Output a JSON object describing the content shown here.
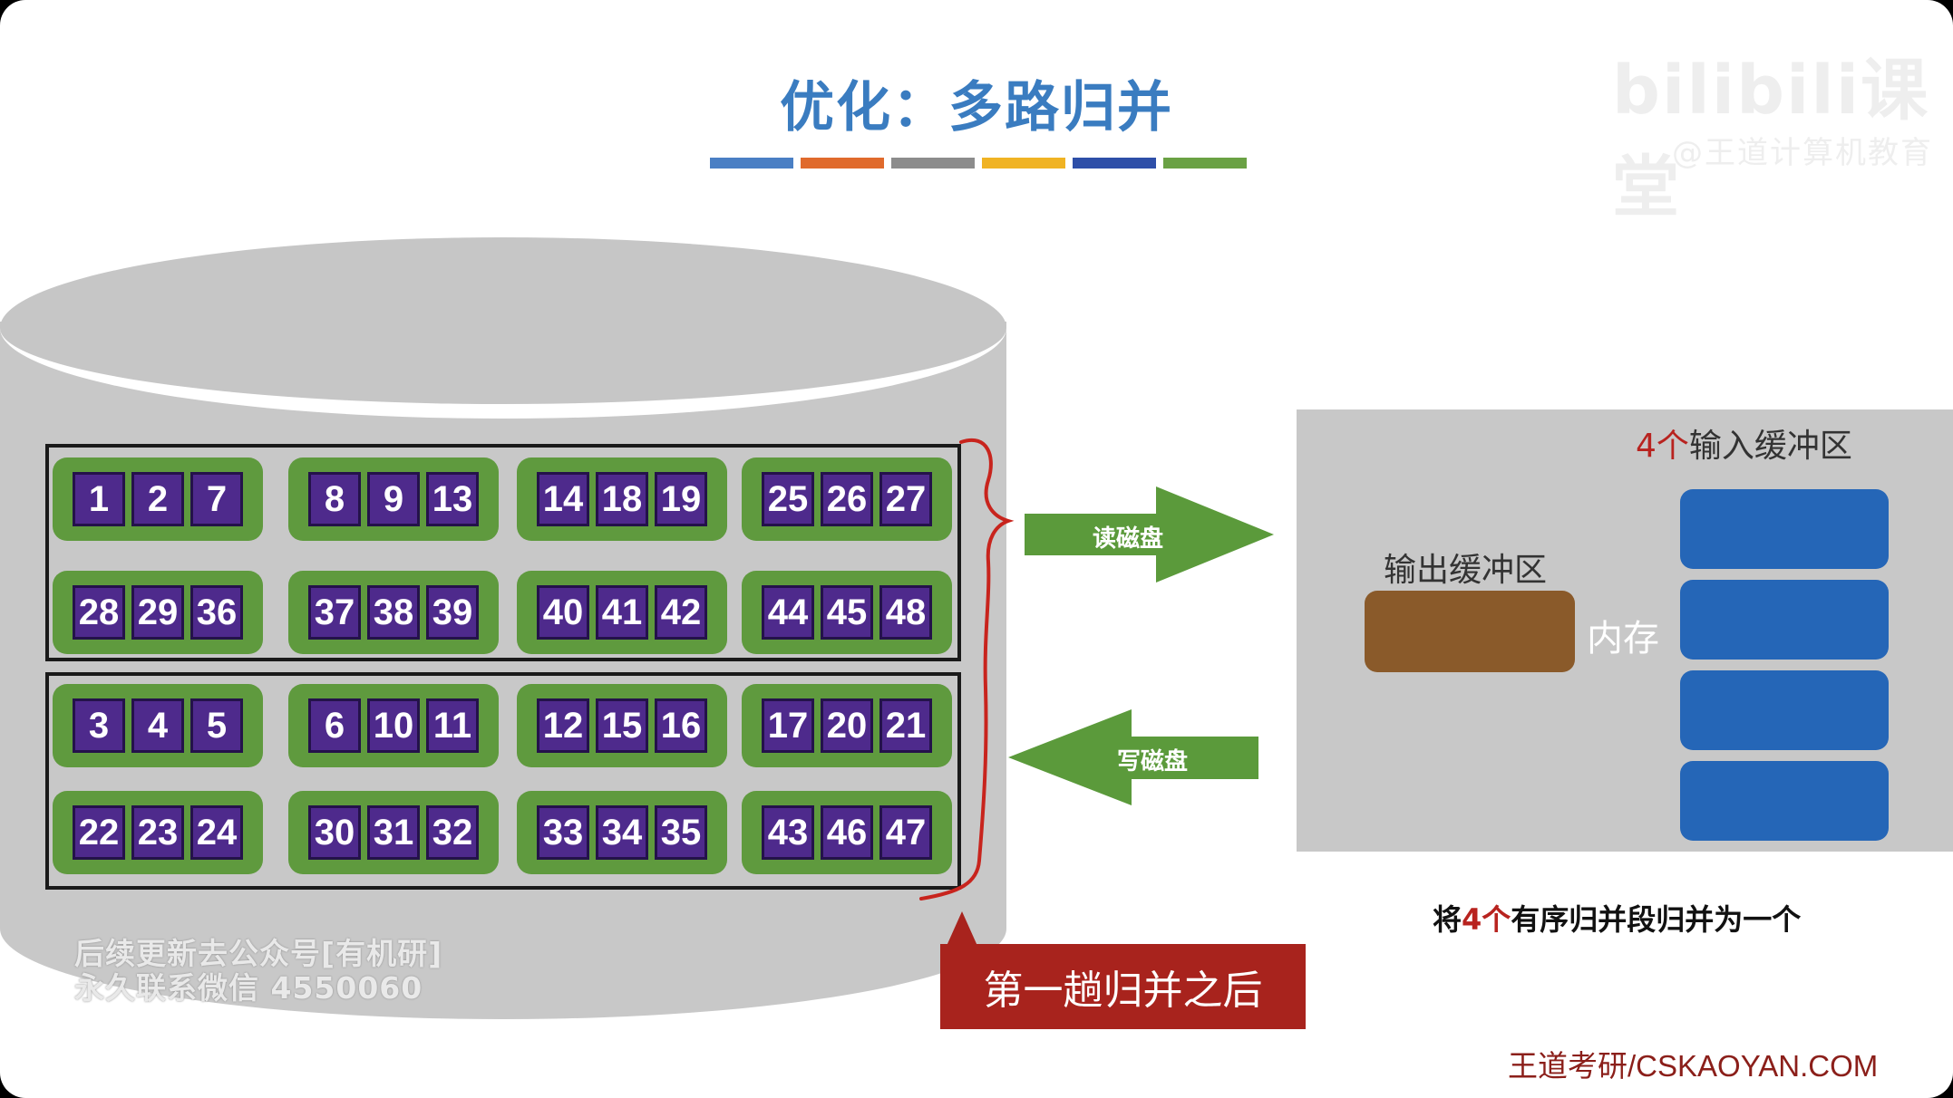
{
  "title": "优化：多路归并",
  "title_bar_colors": [
    "#4a7fc4",
    "#e06a2c",
    "#8c8c8c",
    "#f0b323",
    "#2e4fa8",
    "#6aa144"
  ],
  "group_top": [
    {
      "cells": [
        "1",
        "2",
        "7"
      ]
    },
    {
      "cells": [
        "8",
        "9",
        "13"
      ]
    },
    {
      "cells": [
        "14",
        "18",
        "19"
      ]
    },
    {
      "cells": [
        "25",
        "26",
        "27"
      ]
    },
    {
      "cells": [
        "28",
        "29",
        "36"
      ]
    },
    {
      "cells": [
        "37",
        "38",
        "39"
      ]
    },
    {
      "cells": [
        "40",
        "41",
        "42"
      ]
    },
    {
      "cells": [
        "44",
        "45",
        "48"
      ]
    }
  ],
  "group_bottom": [
    {
      "cells": [
        "3",
        "4",
        "5"
      ]
    },
    {
      "cells": [
        "6",
        "10",
        "11"
      ]
    },
    {
      "cells": [
        "12",
        "15",
        "16"
      ]
    },
    {
      "cells": [
        "17",
        "20",
        "21"
      ]
    },
    {
      "cells": [
        "22",
        "23",
        "24"
      ]
    },
    {
      "cells": [
        "30",
        "31",
        "32"
      ]
    },
    {
      "cells": [
        "33",
        "34",
        "35"
      ]
    },
    {
      "cells": [
        "43",
        "46",
        "47"
      ]
    }
  ],
  "arrows": {
    "read": "读磁盘",
    "write": "写磁盘"
  },
  "memory": {
    "input_count": "4个",
    "input_label": "输入缓冲区",
    "output_label": "输出缓冲区",
    "memory_label": "内存"
  },
  "caption": {
    "pre": "将",
    "count": "4个",
    "post": "有序归并段归并为一个"
  },
  "callout": "第一趟归并之后",
  "footer": "王道考研/CSKAOYAN.COM",
  "watermark": {
    "line1": "后续更新去公众号[有机研]",
    "line2": "永久联系微信 4550060"
  },
  "logo": {
    "main": "bilibili课堂",
    "sub": "@王道计算机教育"
  },
  "colors": {
    "cell": "#4e2a8c",
    "segment": "#5f9a3e",
    "input_buffer": "#2566b7",
    "output_buffer": "#8a5a2a",
    "callout": "#a8231d",
    "accent": "#3a7cc0"
  }
}
